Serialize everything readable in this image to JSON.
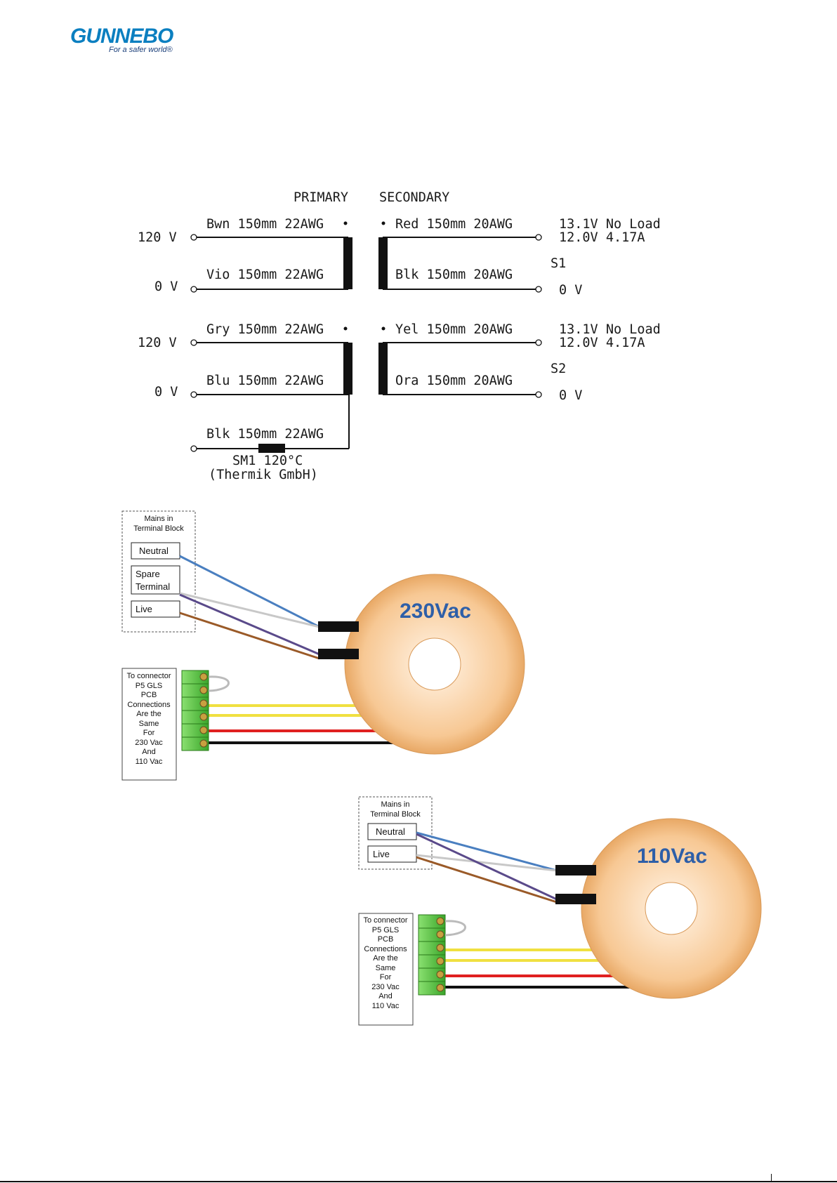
{
  "logo": {
    "brand": "GUNNEBO",
    "tagline": "For a safer world®"
  },
  "schematic": {
    "primary_title": "PRIMARY",
    "secondary_title": "SECONDARY",
    "s1": {
      "p_top_volt": "120 V",
      "p_top_wire": "Bwn 150mm 22AWG",
      "p_bot_volt": "0 V",
      "p_bot_wire": "Vio 150mm 22AWG",
      "s_top_wire": "Red 150mm 20AWG",
      "s_bot_wire": "Blk 150mm 20AWG",
      "no_load": "13.1V No Load",
      "rated": "12.0V  4.17A",
      "name": "S1",
      "s_bot_volt": "0 V"
    },
    "s2": {
      "p_top_volt": "120 V",
      "p_top_wire": "Gry 150mm 22AWG",
      "p_bot_volt": "0 V",
      "p_bot_wire": "Blu 150mm 22AWG",
      "s_top_wire": "Yel 150mm 20AWG",
      "s_bot_wire": "Ora 150mm 20AWG",
      "no_load": "13.1V No Load",
      "rated": "12.0V  4.17A",
      "name": "S2",
      "s_bot_volt": "0 V"
    },
    "thermal": {
      "wire": "Blk 150mm 22AWG",
      "part": "SM1 120°C",
      "maker": "(Thermik GmbH)"
    }
  },
  "wiring_230": {
    "mains_title_1": "Mains in",
    "mains_title_2": "Terminal Block",
    "neutral": "Neutral",
    "spare_1": "Spare",
    "spare_2": "Terminal",
    "live": "Live",
    "ring_label": "230Vac",
    "connector_note": [
      "To connector",
      "P5 GLS",
      "PCB",
      "Connections",
      "Are the",
      "Same",
      "For",
      "230 Vac",
      "And",
      "110 Vac"
    ]
  },
  "wiring_110": {
    "mains_title_1": "Mains in",
    "mains_title_2": "Terminal Block",
    "neutral": "Neutral",
    "live": "Live",
    "ring_label": "110Vac",
    "connector_note": [
      "To connector",
      "P5 GLS",
      "PCB",
      "Connections",
      "Are the",
      "Same",
      "For",
      "230 Vac",
      "And",
      "110 Vac"
    ]
  },
  "colors": {
    "brand_blue": "#0b7fc0",
    "ring_fill": "#f9cd9f",
    "ring_label": "#2e5fa8",
    "terminal_green": "#5fcf4a",
    "wire_blue": "#4a7fc0",
    "wire_grey": "#c8c8c8",
    "wire_violet": "#5a4a8a",
    "wire_brown": "#9a5a28",
    "wire_yellow": "#f0e040",
    "wire_red": "#e02020",
    "wire_black": "#111111"
  }
}
